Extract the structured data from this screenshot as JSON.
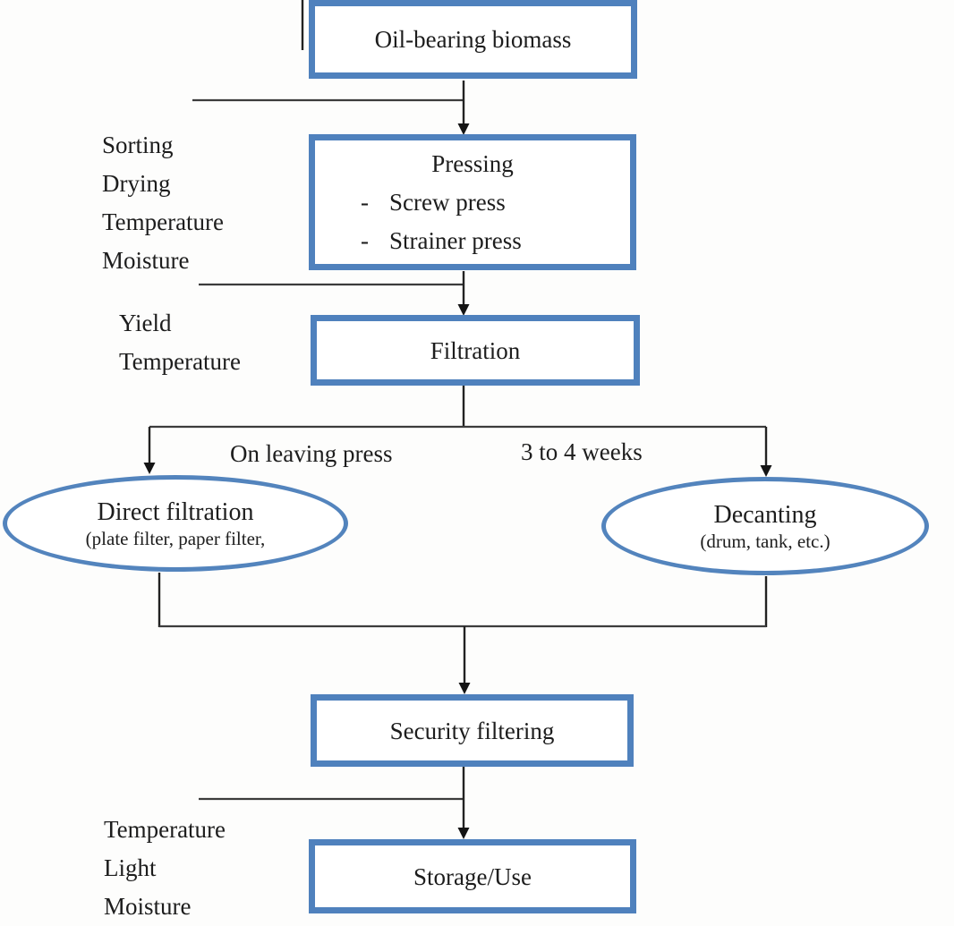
{
  "colors": {
    "box-border": "#4f81bd",
    "ellipse-border": "#5384bd",
    "line": "#3c3c3c",
    "arrow": "#141414",
    "text": "#1d1d1d",
    "background": "#fdfdfc"
  },
  "nodes": {
    "oil_biomass": {
      "label": "Oil-bearing biomass"
    },
    "pressing": {
      "title": "Pressing",
      "bullet": "-",
      "items": [
        "Screw press",
        "Strainer press"
      ]
    },
    "filtration": {
      "label": "Filtration"
    },
    "direct_filtration": {
      "title": "Direct filtration",
      "subtitle": "(plate filter, paper filter,"
    },
    "decanting": {
      "title": "Decanting",
      "subtitle": "(drum, tank, etc.)"
    },
    "security_filtering": {
      "label": "Security filtering"
    },
    "storage_use": {
      "label": "Storage/Use"
    }
  },
  "factor_labels": {
    "pressing": [
      "Sorting",
      "Drying",
      "Temperature",
      "Moisture"
    ],
    "filtration": [
      "Yield",
      "Temperature"
    ],
    "storage": [
      "Temperature",
      "Light",
      "Moisture"
    ]
  },
  "branch_labels": {
    "direct": "On leaving press",
    "decanting": "3 to 4 weeks"
  }
}
